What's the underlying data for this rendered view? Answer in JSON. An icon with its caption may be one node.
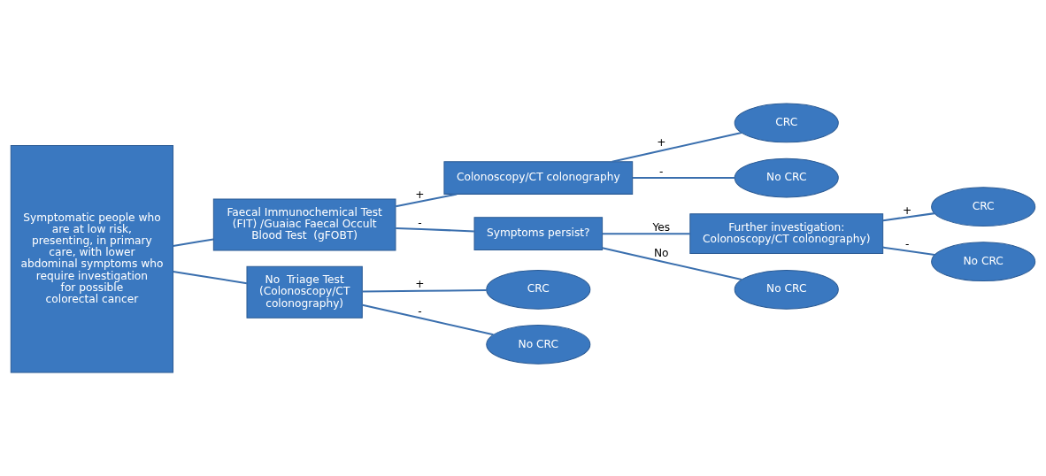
{
  "diagram": {
    "nodes": [
      {
        "text": [
          "Symptomatic people who are at low risk, presenting, in primary care, with lower abdominal symptoms who require investigation for possible colorectal cancer"
        ]
      },
      {
        "text": [
          "Faecal Immunochemical Test (FIT) /Guaiac Faecal Occult Blood Test  (gFOBT)"
        ]
      },
      {
        "text": [
          "Colonoscopy/CT colonography"
        ]
      },
      {
        "text": [
          "CRC"
        ]
      },
      {
        "text": [
          "No CRC"
        ]
      },
      {
        "text": [
          "Symptoms persist?"
        ]
      },
      {
        "text": [
          "Further investigation: Colonoscopy/CT colonography)"
        ]
      },
      {
        "text": [
          "CRC"
        ]
      },
      {
        "text": [
          "No CRC"
        ]
      },
      {
        "text": [
          "No CRC"
        ]
      },
      {
        "text": [
          "No  Triage Test (Colonoscopy/CT colonography)"
        ]
      },
      {
        "text": [
          "CRC"
        ]
      },
      {
        "text": [
          "No CRC"
        ]
      }
    ],
    "edges": [
      {
        "from": 0,
        "to": 1,
        "arrow": "none"
      },
      {
        "from": 0,
        "to": 10,
        "arrow": "none"
      },
      {
        "from": 1,
        "to": 2,
        "arrow": "none",
        "label": "+"
      },
      {
        "from": 1,
        "to": 5,
        "arrow": "none",
        "label": "-"
      },
      {
        "from": 2,
        "to": 3,
        "arrow": "none",
        "label": "+"
      },
      {
        "from": 2,
        "to": 4,
        "arrow": "none",
        "label": "-"
      },
      {
        "from": 5,
        "to": 6,
        "arrow": "none",
        "label": "Yes"
      },
      {
        "from": 5,
        "to": 9,
        "arrow": "none",
        "label": "No"
      },
      {
        "from": 6,
        "to": 7,
        "arrow": "none",
        "label": "+"
      },
      {
        "from": 6,
        "to": 8,
        "arrow": "none",
        "label": "-"
      },
      {
        "from": 10,
        "to": 11,
        "arrow": "none",
        "label": "+"
      },
      {
        "from": 10,
        "to": 12,
        "arrow": "none",
        "label": "-"
      }
    ]
  }
}
